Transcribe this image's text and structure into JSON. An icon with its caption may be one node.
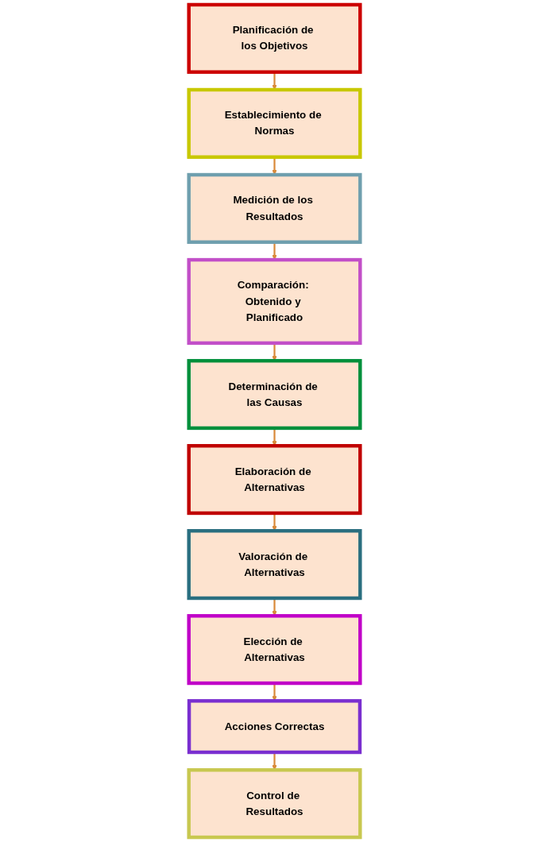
{
  "diagram": {
    "nodes": [
      {
        "text": [
          "Planificación de los Objetivos"
        ]
      },
      {
        "text": [
          "Establecimiento de Normas"
        ]
      },
      {
        "text": [
          "Medición de los Resultados"
        ]
      },
      {
        "text": [
          "Comparación: Obtenido y Planificado"
        ]
      },
      {
        "text": [
          "Determinación de las Causas"
        ]
      },
      {
        "text": [
          "Elaboración de Alternativas"
        ]
      },
      {
        "text": [
          "Valoración de Alternativas"
        ]
      },
      {
        "text": [
          "Elección de Alternativas"
        ]
      },
      {
        "text": [
          "Acciones Correctas"
        ]
      },
      {
        "text": [
          "Control de Resultados"
        ]
      }
    ],
    "edges": [
      {
        "from": 0,
        "to": 1,
        "arrow": "to"
      },
      {
        "from": 1,
        "to": 2,
        "arrow": "to"
      },
      {
        "from": 2,
        "to": 3,
        "arrow": "to"
      },
      {
        "from": 3,
        "to": 4,
        "arrow": "to"
      },
      {
        "from": 4,
        "to": 5,
        "arrow": "to"
      },
      {
        "from": 5,
        "to": 6,
        "arrow": "to"
      },
      {
        "from": 6,
        "to": 7,
        "arrow": "to"
      },
      {
        "from": 7,
        "to": 8,
        "arrow": "to"
      },
      {
        "from": 8,
        "to": 9,
        "arrow": "to"
      }
    ]
  }
}
